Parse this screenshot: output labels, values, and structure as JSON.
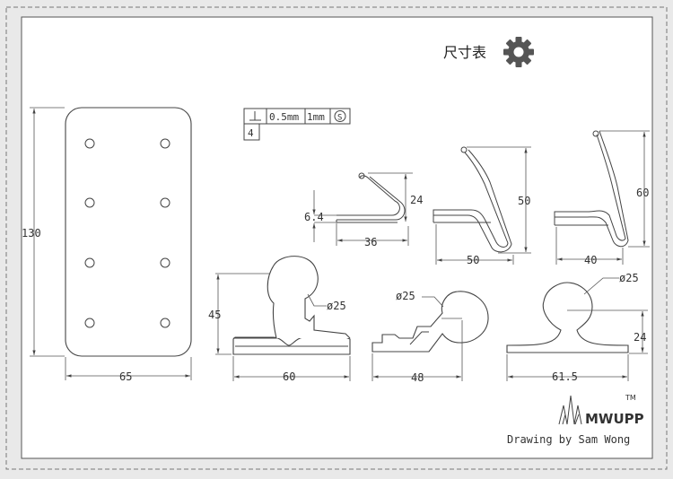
{
  "title": "尺寸表",
  "icons": {
    "gear": "gear-icon",
    "logo": "mwupp-logo"
  },
  "tolerance": {
    "datum": "4",
    "value": "0.5mm",
    "value2": "1mm",
    "symbol": "S"
  },
  "plate": {
    "height": "130",
    "width": "65"
  },
  "clips": {
    "small": {
      "thickness": "6.4",
      "height": "24",
      "width": "36"
    },
    "medium": {
      "height": "50",
      "width": "50"
    },
    "large": {
      "height": "60",
      "width": "40"
    }
  },
  "knobs": {
    "a": {
      "height": "45",
      "diameter": "ø25",
      "width": "60"
    },
    "b": {
      "diameter": "ø25",
      "width": "48"
    },
    "c": {
      "diameter": "ø25",
      "height": "24",
      "width": "61.5"
    }
  },
  "brand": {
    "name": "MWUPP",
    "tm": "TM",
    "credit": "Drawing by Sam Wong"
  },
  "colors": {
    "line": "#444444",
    "background": "#e9e9e9",
    "paper": "#ffffff"
  }
}
